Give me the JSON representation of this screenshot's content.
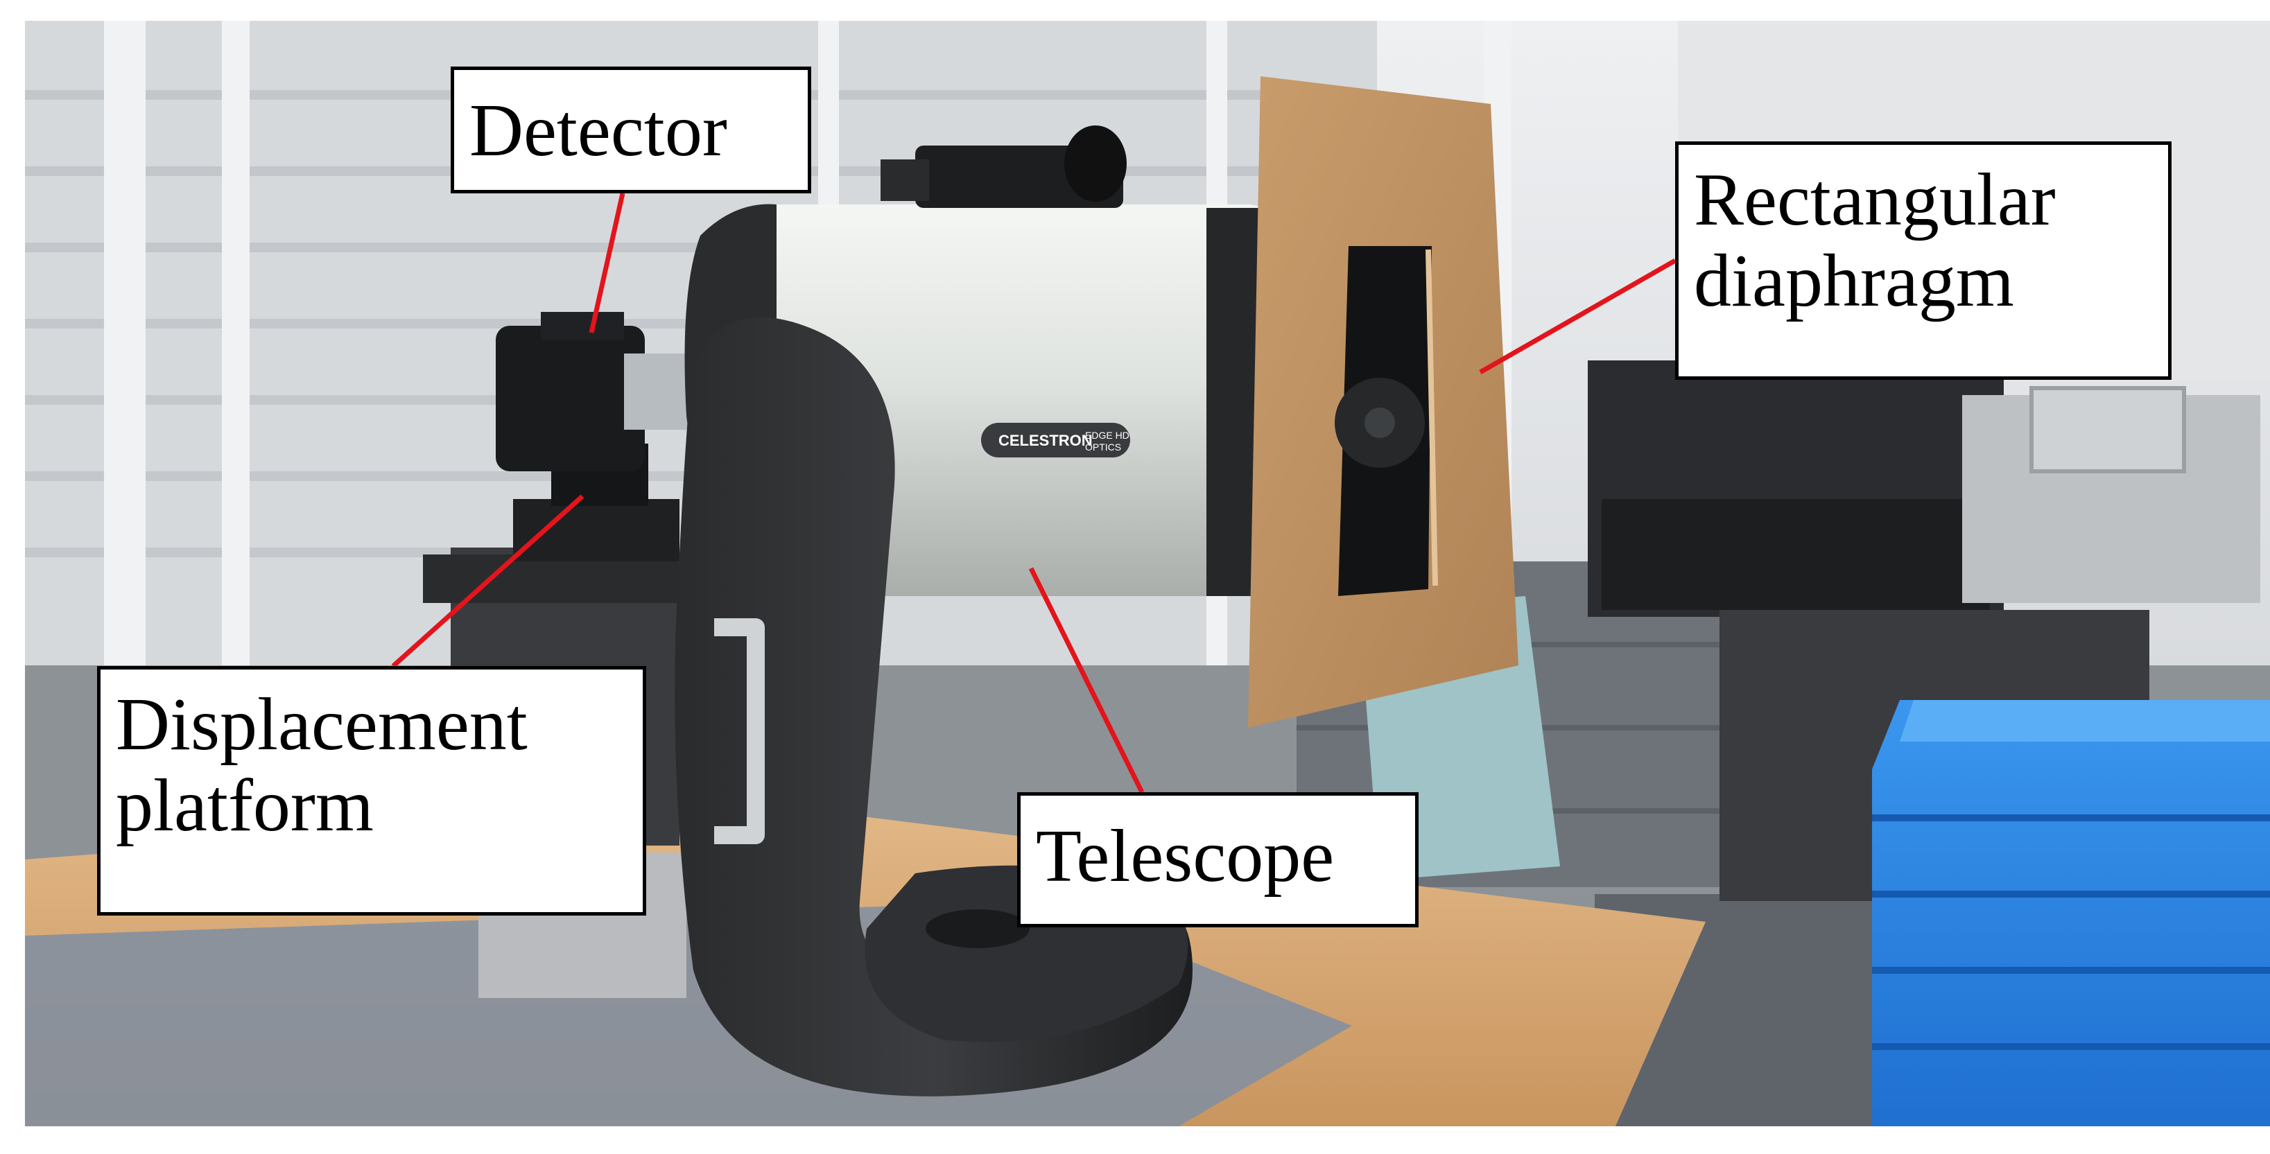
{
  "callouts": {
    "detector": {
      "lines": [
        "Detector"
      ]
    },
    "rectangular_diaphragm": {
      "lines": [
        "Rectangular",
        "diaphragm"
      ]
    },
    "displacement_platform": {
      "lines": [
        "Displacement",
        "platform"
      ]
    },
    "telescope": {
      "lines": [
        "Telescope"
      ]
    }
  },
  "telescope_brand_logo": [
    "CELESTRON",
    "EDGE HD",
    "OPTICS"
  ],
  "colors": {
    "leader_line": "#e3141b",
    "callout_border": "#000000",
    "callout_background": "#ffffff"
  }
}
